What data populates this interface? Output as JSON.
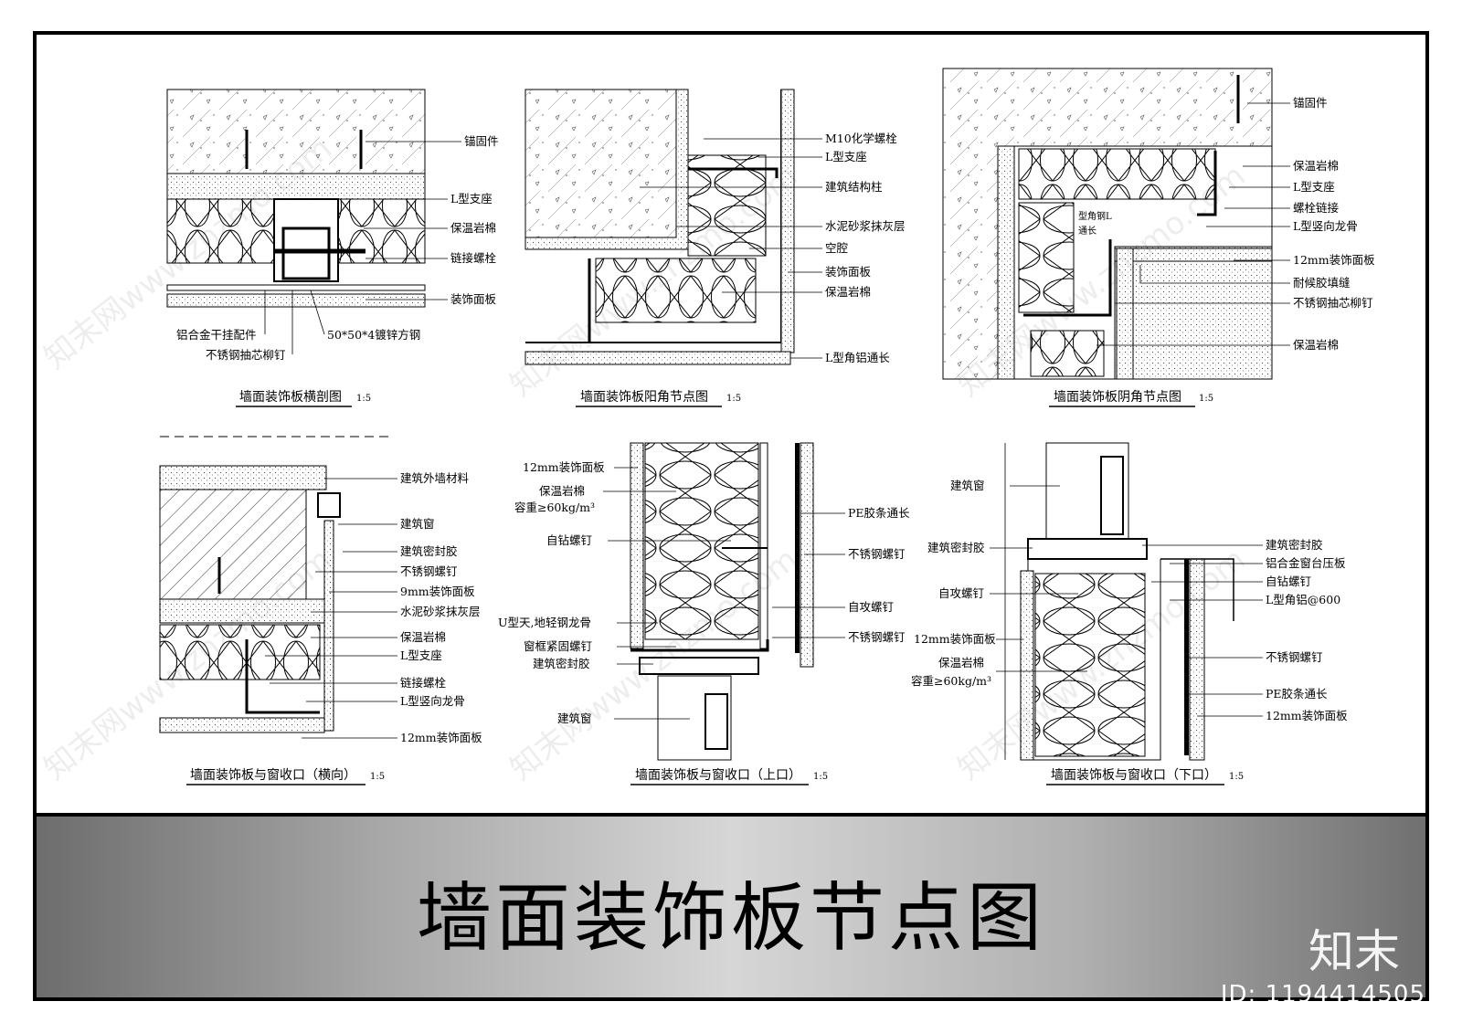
{
  "sheet_title": "墙面装饰板节点图",
  "brand": "知末",
  "id_text": "ID: 1194414505",
  "watermark": "知末网www.znzmo.com",
  "details": [
    {
      "caption": "墙面装饰板横剖图",
      "scale": "1:5",
      "labels": [
        "锚固件",
        "L型支座",
        "保温岩棉",
        "链接螺栓",
        "装饰面板",
        "铝合金干挂配件",
        "不锈钢抽芯柳钉",
        "50*50*4镀锌方钢"
      ]
    },
    {
      "caption": "墙面装饰板阳角节点图",
      "scale": "1:5",
      "labels": [
        "M10化学螺栓",
        "L型支座",
        "建筑结构柱",
        "水泥砂浆抹灰层",
        "空腔",
        "装饰面板",
        "保温岩棉",
        "L型角铝通长"
      ]
    },
    {
      "caption": "墙面装饰板阴角节点图",
      "scale": "1:5",
      "labels": [
        "锚固件",
        "保温岩棉",
        "L型支座",
        "螺栓链接",
        "L型竖向龙骨",
        "12mm装饰面板",
        "耐候胶填缝",
        "不锈钢抽芯柳钉",
        "保温岩棉",
        "型角钢L",
        "通长"
      ]
    },
    {
      "caption": "墙面装饰板与窗收口（横向）",
      "scale": "1:5",
      "labels": [
        "建筑外墙材料",
        "建筑窗",
        "建筑密封胶",
        "不锈钢螺钉",
        "9mm装饰面板",
        "水泥砂浆抹灰层",
        "保温岩棉",
        "L型支座",
        "链接螺栓",
        "L型竖向龙骨",
        "12mm装饰面板"
      ]
    },
    {
      "caption": "墙面装饰板与窗收口（上口）",
      "scale": "1:5",
      "labels": [
        "12mm装饰面板",
        "保温岩棉",
        "容重≥60kg/m³",
        "自钻螺钉",
        "U型天,地轻钢龙骨",
        "窗框紧固螺钉",
        "建筑密封胶",
        "建筑窗",
        "PE胶条通长",
        "不锈钢螺钉",
        "自攻螺钉",
        "不锈钢螺钉"
      ]
    },
    {
      "caption": "墙面装饰板与窗收口（下口）",
      "scale": "1:5",
      "labels": [
        "建筑窗",
        "建筑密封胶",
        "自攻螺钉",
        "12mm装饰面板",
        "保温岩棉",
        "容重≥60kg/m³",
        "建筑密封胶",
        "铝合金窗台压板",
        "自钻螺钉",
        "L型角铝@600",
        "不锈钢螺钉",
        "PE胶条通长",
        "12mm装饰面板"
      ]
    }
  ]
}
